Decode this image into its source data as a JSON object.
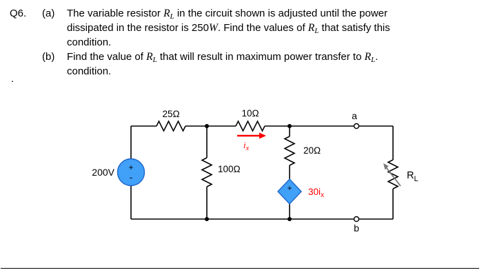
{
  "question": {
    "number": "Q6.",
    "part_a_label": "(a)",
    "part_b_label": "(b)",
    "a_lines": [
      [
        {
          "t": "The variable resistor "
        },
        {
          "t": "R",
          "style": "it"
        },
        {
          "t": "L",
          "style": "itsub"
        },
        {
          "t": " in the circuit shown is adjusted until the power"
        }
      ],
      [
        {
          "t": "dissipated in the resistor is "
        },
        {
          "t": "250"
        },
        {
          "t": "W",
          "style": "it"
        },
        {
          "t": ". Find the values of "
        },
        {
          "t": "R",
          "style": "it"
        },
        {
          "t": "L",
          "style": "itsub"
        },
        {
          "t": " that satisfy this"
        }
      ],
      [
        {
          "t": "condition."
        }
      ]
    ],
    "b_lines": [
      [
        {
          "t": "Find the value of "
        },
        {
          "t": "R",
          "style": "it"
        },
        {
          "t": "L",
          "style": "itsub"
        },
        {
          "t": " that will result in maximum power transfer to "
        },
        {
          "t": "R",
          "style": "it"
        },
        {
          "t": "L",
          "style": "itsub"
        },
        {
          "t": "."
        }
      ],
      [
        {
          "t": "condition."
        }
      ]
    ],
    "stray_period": "."
  },
  "circuit": {
    "source_label": "200V",
    "r_top_left": "25Ω",
    "r_top_mid": "10Ω",
    "r_shunt": "100Ω",
    "r_branch": "20Ω",
    "current_main": "i",
    "current_sub": "x",
    "dep_source_main": "30i",
    "dep_source_sub": "x",
    "terminal_a": "a",
    "terminal_b": "b",
    "rl_main": "R",
    "rl_sub": "L",
    "plus": "+",
    "minus": "-",
    "colors": {
      "source_fill": "#41a0f7",
      "source_stroke": "#1f66c9",
      "accent_red": "#ff0000",
      "wire": "#000000",
      "arrow_gray": "#777777"
    }
  }
}
